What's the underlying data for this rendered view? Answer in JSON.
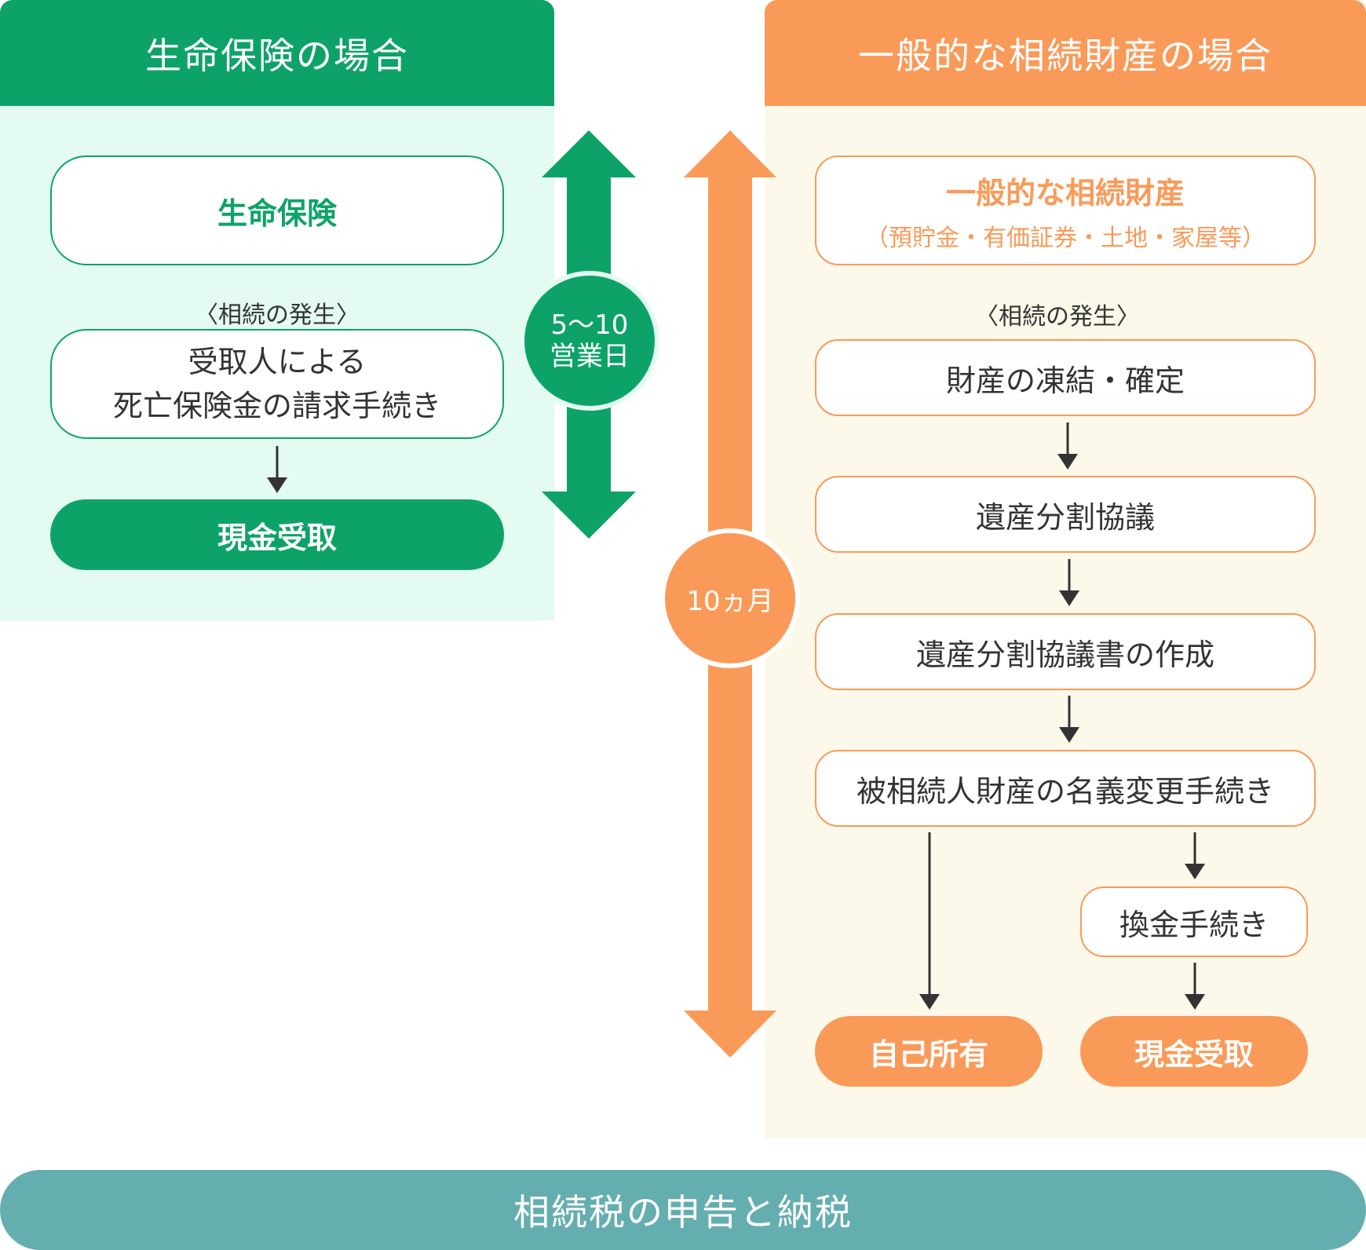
{
  "left": {
    "title": "生命保険の場合",
    "box_life": "生命保険",
    "occurrence": "〈相続の発生〉",
    "claim_line1": "受取人による",
    "claim_line2": "死亡保険金の請求手続き",
    "cash": "現金受取",
    "badge_line1": "5〜10",
    "badge_line2": "営業日"
  },
  "right": {
    "title": "一般的な相続財産の場合",
    "assets_title": "一般的な相続財産",
    "assets_note": "（預貯金・有価証券・土地・家屋等）",
    "occurrence": "〈相続の発生〉",
    "steps": [
      "財産の凍結・確定",
      "遺産分割協議",
      "遺産分割協議書の作成",
      "被相続人財産の名義変更手続き"
    ],
    "convert": "換金手続き",
    "result_own": "自己所有",
    "result_cash": "現金受取",
    "badge": "10ヵ月"
  },
  "footer": "相続税の申告と納税",
  "colors": {
    "green": "#0da368",
    "green_light": "#e3fbf1",
    "orange": "#fa9a59",
    "orange_light": "#fcf9ea",
    "teal": "#65aeb0"
  }
}
